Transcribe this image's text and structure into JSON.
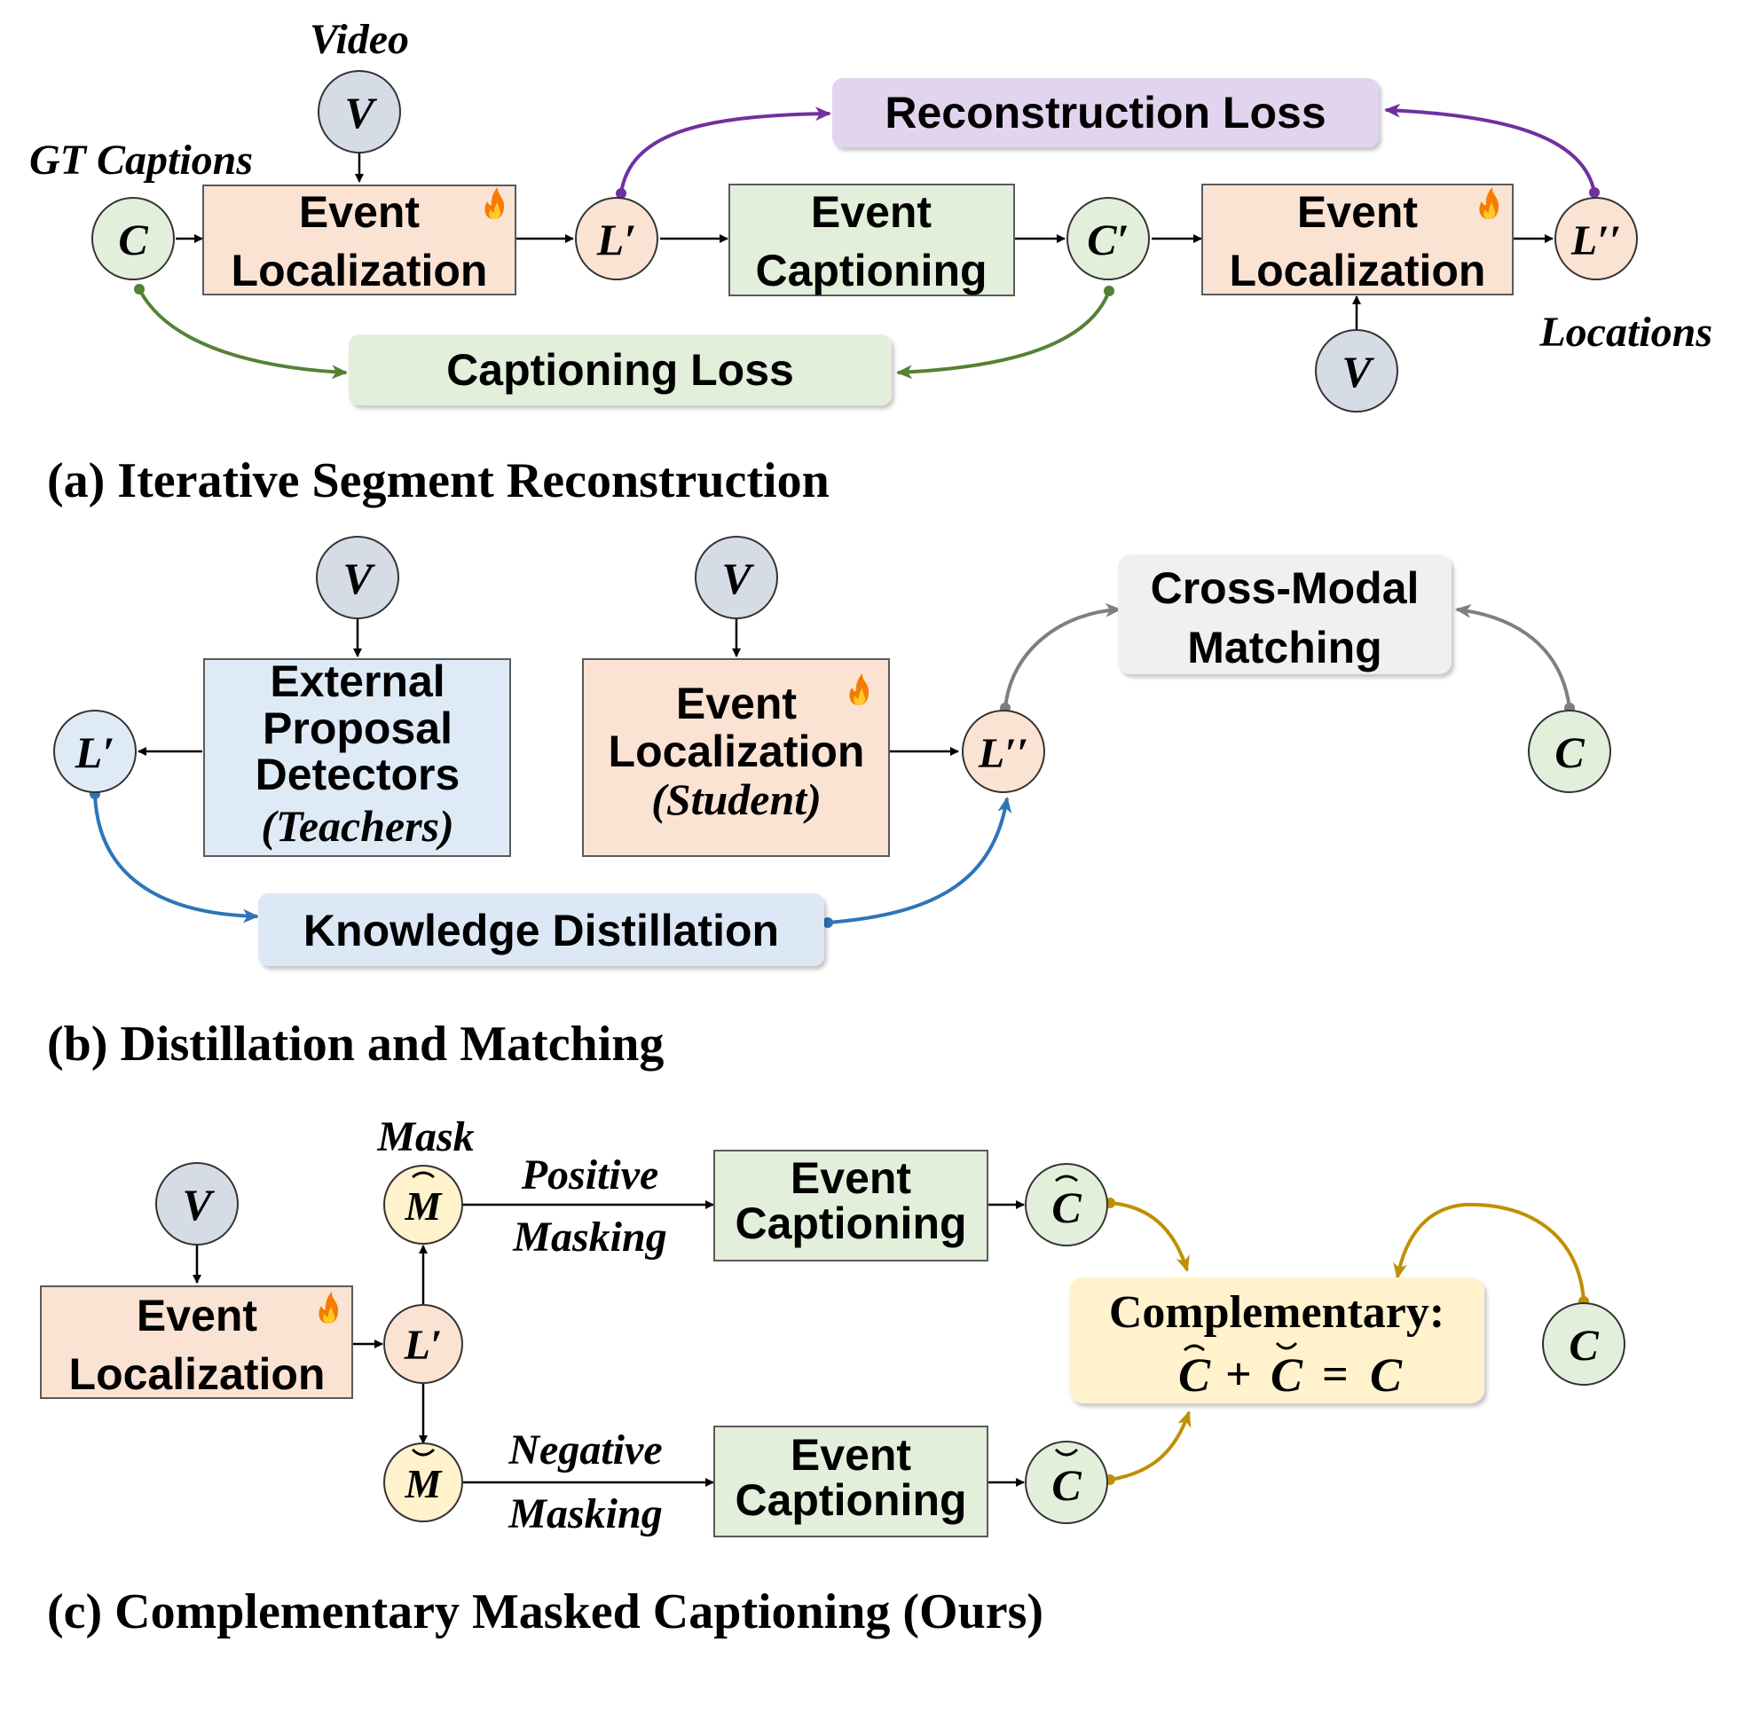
{
  "colors": {
    "loc_fill": "#fbe3d4",
    "cap_fill": "#e2efda",
    "ext_fill": "#deebf7",
    "recon_fill": "#e2d4ee",
    "kd_fill": "#dce8f5",
    "cross_fill": "#f0f0f0",
    "comp_fill": "#fff2cc",
    "node_v": "#d6dce5",
    "node_c": "#e2efda",
    "node_l": "#fbe3d4",
    "node_m": "#fff2cc",
    "purple": "#7030a0",
    "green": "#538135",
    "blue": "#2e75b6",
    "gray": "#7f7f7f",
    "gold": "#bf9000"
  },
  "panel_a": {
    "video_label": "Video",
    "gt_captions_label": "GT Captions",
    "locations_label": "Locations",
    "v_top": "V",
    "v_bottom": "V",
    "c_node": "C",
    "l1_node": "L′",
    "c2_node": "C′",
    "l2_node": "L′′",
    "event_loc_1": [
      "Event",
      "Localization"
    ],
    "event_cap": [
      "Event",
      "Captioning"
    ],
    "event_loc_2": [
      "Event",
      "Localization"
    ],
    "recon_loss": "Reconstruction Loss",
    "cap_loss": "Captioning Loss",
    "caption": "(a) Iterative Segment Reconstruction"
  },
  "panel_b": {
    "v_left": "V",
    "v_mid": "V",
    "l1_node": "L′",
    "l2_node": "L′′",
    "c_node": "C",
    "ext_box": [
      "External",
      "Proposal",
      "Detectors"
    ],
    "ext_box_sub": "(Teachers)",
    "student_box": [
      "Event",
      "Localization"
    ],
    "student_box_sub": "(Student)",
    "cross_modal": [
      "Cross-Modal",
      "Matching"
    ],
    "kd": "Knowledge Distillation",
    "caption": "(b) Distillation and Matching"
  },
  "panel_c": {
    "v_node": "V",
    "mask_label": "Mask",
    "m_hat": "M",
    "m_check": "M",
    "l_node": "L′",
    "event_loc": [
      "Event",
      "Localization"
    ],
    "positive_masking": [
      "Positive",
      "Masking"
    ],
    "negative_masking": [
      "Negative",
      "Masking"
    ],
    "event_cap_top": [
      "Event",
      "Captioning"
    ],
    "event_cap_bottom": [
      "Event",
      "Captioning"
    ],
    "c_hat": "C",
    "c_check": "C",
    "c_node": "C",
    "comp_title": "Complementary:",
    "comp_eq_plus": "+",
    "comp_eq_equals": "=",
    "caption": "(c) Complementary Masked Captioning (Ours)"
  }
}
